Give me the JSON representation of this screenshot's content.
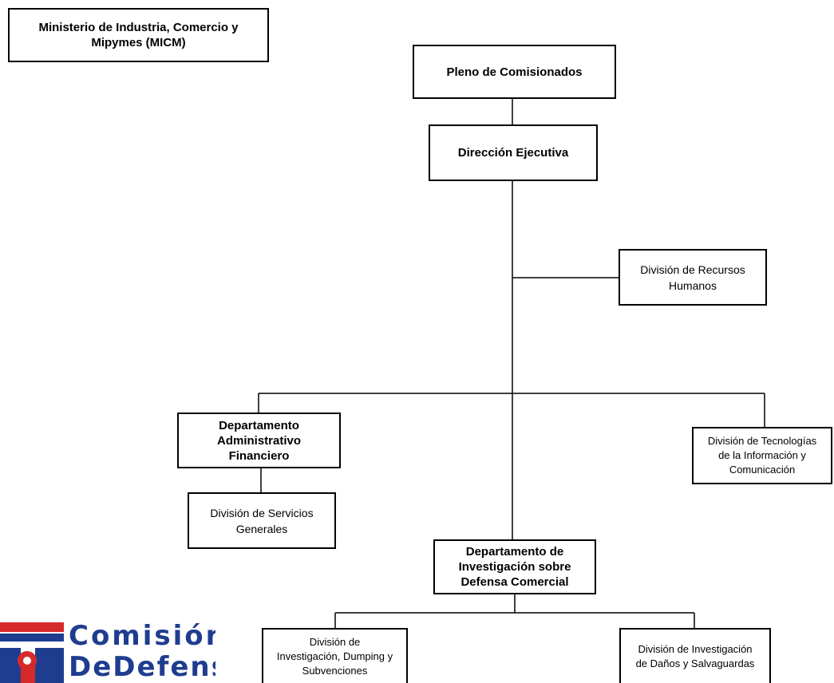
{
  "diagram": {
    "ministerio": "Ministerio de Industria, Comercio y\nMipymes (MICM)",
    "pleno": "Pleno de Comisionados",
    "direccion": "Dirección Ejecutiva",
    "rrhh": "División de Recursos\nHumanos",
    "depto_admin": "Departamento\nAdministrativo\nFinanciero",
    "servicios": "División de Servicios\nGenerales",
    "tic": "División de Tecnologías\nde la Información y\nComunicación",
    "depto_inv": "Departamento de\nInvestigación sobre\nDefensa Comercial",
    "dumping": "División de\nInvestigación, Dumping y\nSubvenciones",
    "danos": "División de Investigación\nde Daños y Salvaguardas"
  },
  "logo": {
    "line1": "Comisión",
    "line2": "DeDefensa",
    "colors": {
      "blue": "#1f3d8f",
      "red": "#d62a2a"
    }
  }
}
